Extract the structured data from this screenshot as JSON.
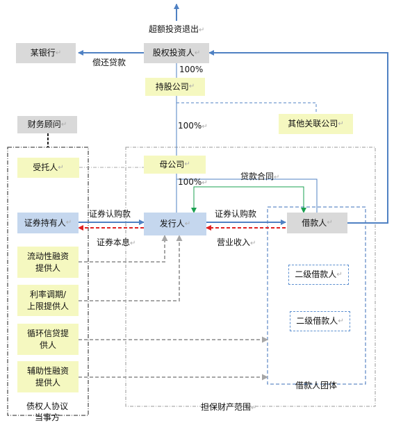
{
  "nodes": {
    "exit": "超额投资退出",
    "bank": "某银行",
    "equity_investor": "股权投资人",
    "holding_company": "持股公司",
    "other_affiliates": "其他关联公司",
    "financial_advisor": "财务顾问",
    "trustee": "受托人",
    "parent_company": "母公司",
    "securities_holder": "证券持有人",
    "issuer": "发行人",
    "borrower": "借款人",
    "liquidity_provider": "流动性融资\n提供人",
    "rate_cap_provider": "利率调期/\n上限提供人",
    "revolving_credit_provider": "循环信贷提\n供人",
    "auxiliary_finance_provider": "辅助性融资\n提供人",
    "sub_borrower_1": "二级借款人",
    "sub_borrower_2": "二级借款人"
  },
  "edge_labels": {
    "repay_loan": "偿还贷款",
    "pct_holding": "100%",
    "pct_parent": "100%",
    "pct_issuer": "100%",
    "loan_contract": "贷款合同",
    "subscription_left": "证券认购款",
    "subscription_right": "证券认购款",
    "principal_interest": "证券本息",
    "operating_income": "营业收入"
  },
  "group_labels": {
    "creditor_group": "债权人协议\n当事方",
    "collateral_scope": "担保财产范围",
    "borrower_group": "借款人团体"
  },
  "colors": {
    "blue_arrow": "#4f81c3",
    "red_arrow": "#e02020",
    "green_arrow": "#1aa050",
    "gray_arrow": "#a6a6a6",
    "gray_box": "#d9d9d9",
    "yellow_box": "#f5f8c0",
    "blue_box": "#c5d7ee"
  }
}
